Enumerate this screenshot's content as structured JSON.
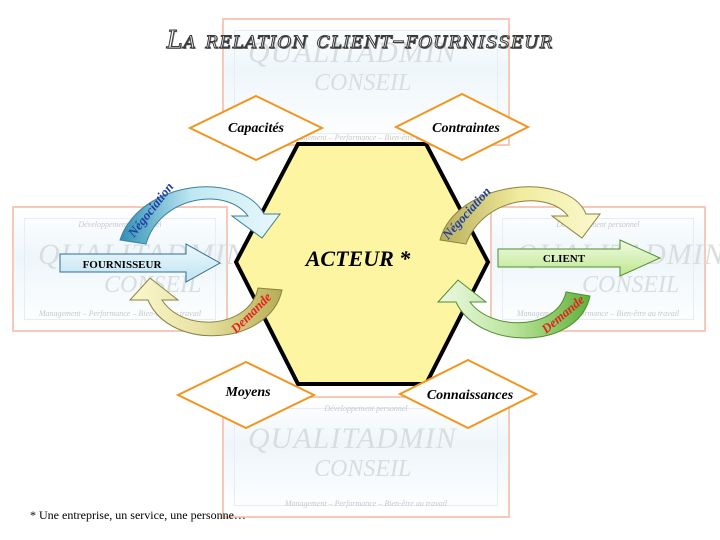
{
  "title": "La relation client–fournisseur",
  "center": {
    "label": "ACTEUR *"
  },
  "diamonds": {
    "top_left": "Capacités",
    "top_right": "Contraintes",
    "bottom_left": "Moyens",
    "bottom_right": "Connaissances"
  },
  "arrows": {
    "left": "FOURNISSEUR",
    "right": "CLIENT",
    "left_negotiation": "Négociation",
    "left_demand": "Demande",
    "right_negotiation": "Négociation",
    "right_demand": "Demande"
  },
  "watermark": {
    "top_text": "Développement personnel",
    "logo_line1": "QUALITADMIN",
    "logo_line2": "CONSEIL",
    "bottom_text": "Management – Performance – Bien-être au travail"
  },
  "footnote": "* Une entreprise, un service, une personne…",
  "colors": {
    "hexagon_fill": "#fdf5a1",
    "diamond_border": "#f0961e",
    "negotiation_arrow": "#bfe8f2",
    "demand_arrow": "#c9c07a",
    "client_arrow": "#cdeea0",
    "supplier_arrow": "#d3edf8",
    "demand_text": "#e82020",
    "negotiation_text": "#1f3fa0"
  }
}
